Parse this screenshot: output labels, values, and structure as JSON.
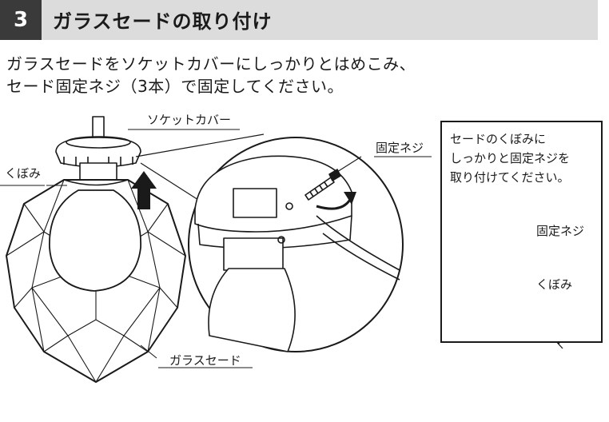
{
  "header": {
    "step_number": "3",
    "title": "ガラスセードの取り付け"
  },
  "instructions": {
    "line1": "ガラスセードをソケットカバーにしっかりとはめこみ、",
    "line2": "セード固定ネジ（3本）で固定してください。"
  },
  "diagram_labels": {
    "socket_cover": "ソケットカバー",
    "recess": "くぼみ",
    "glass_shade": "ガラスセード",
    "fixing_screw": "固定ネジ"
  },
  "note": {
    "line1": "セードのくぼみに",
    "line2": "しっかりと固定ネジを",
    "line3": "取り付けてください。",
    "label_screw": "固定ネジ",
    "label_recess": "くぼみ"
  }
}
